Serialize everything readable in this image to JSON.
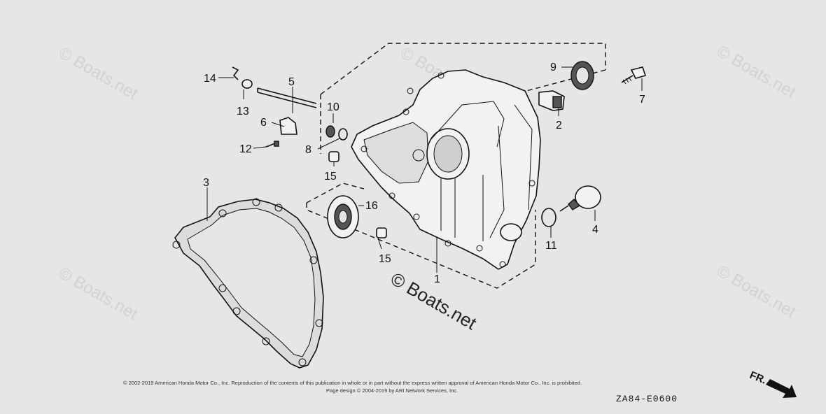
{
  "watermarks": {
    "corner_text": "© Boats.net",
    "center_text": "© Boats.net"
  },
  "callouts": [
    {
      "id": "c1",
      "label": "1"
    },
    {
      "id": "c2",
      "label": "2"
    },
    {
      "id": "c3",
      "label": "3"
    },
    {
      "id": "c4",
      "label": "4"
    },
    {
      "id": "c5",
      "label": "5"
    },
    {
      "id": "c6",
      "label": "6"
    },
    {
      "id": "c7",
      "label": "7"
    },
    {
      "id": "c8",
      "label": "8"
    },
    {
      "id": "c9",
      "label": "9"
    },
    {
      "id": "c10",
      "label": "10"
    },
    {
      "id": "c11",
      "label": "11"
    },
    {
      "id": "c12",
      "label": "12"
    },
    {
      "id": "c13",
      "label": "13"
    },
    {
      "id": "c14",
      "label": "14"
    },
    {
      "id": "c15a",
      "label": "15"
    },
    {
      "id": "c15b",
      "label": "15"
    },
    {
      "id": "c16",
      "label": "16"
    }
  ],
  "footer": {
    "copyright_line1": "© 2002-2019 American Honda Motor Co., Inc. Reproduction of the contents of this publication in whole or in part without the express written approval of American Honda Motor Co., Inc. is prohibited.",
    "copyright_line2": "Page design © 2004-2019 by ARI Network Services, Inc.",
    "diagram_code": "ZA84-E0600",
    "direction_label": "FR."
  }
}
